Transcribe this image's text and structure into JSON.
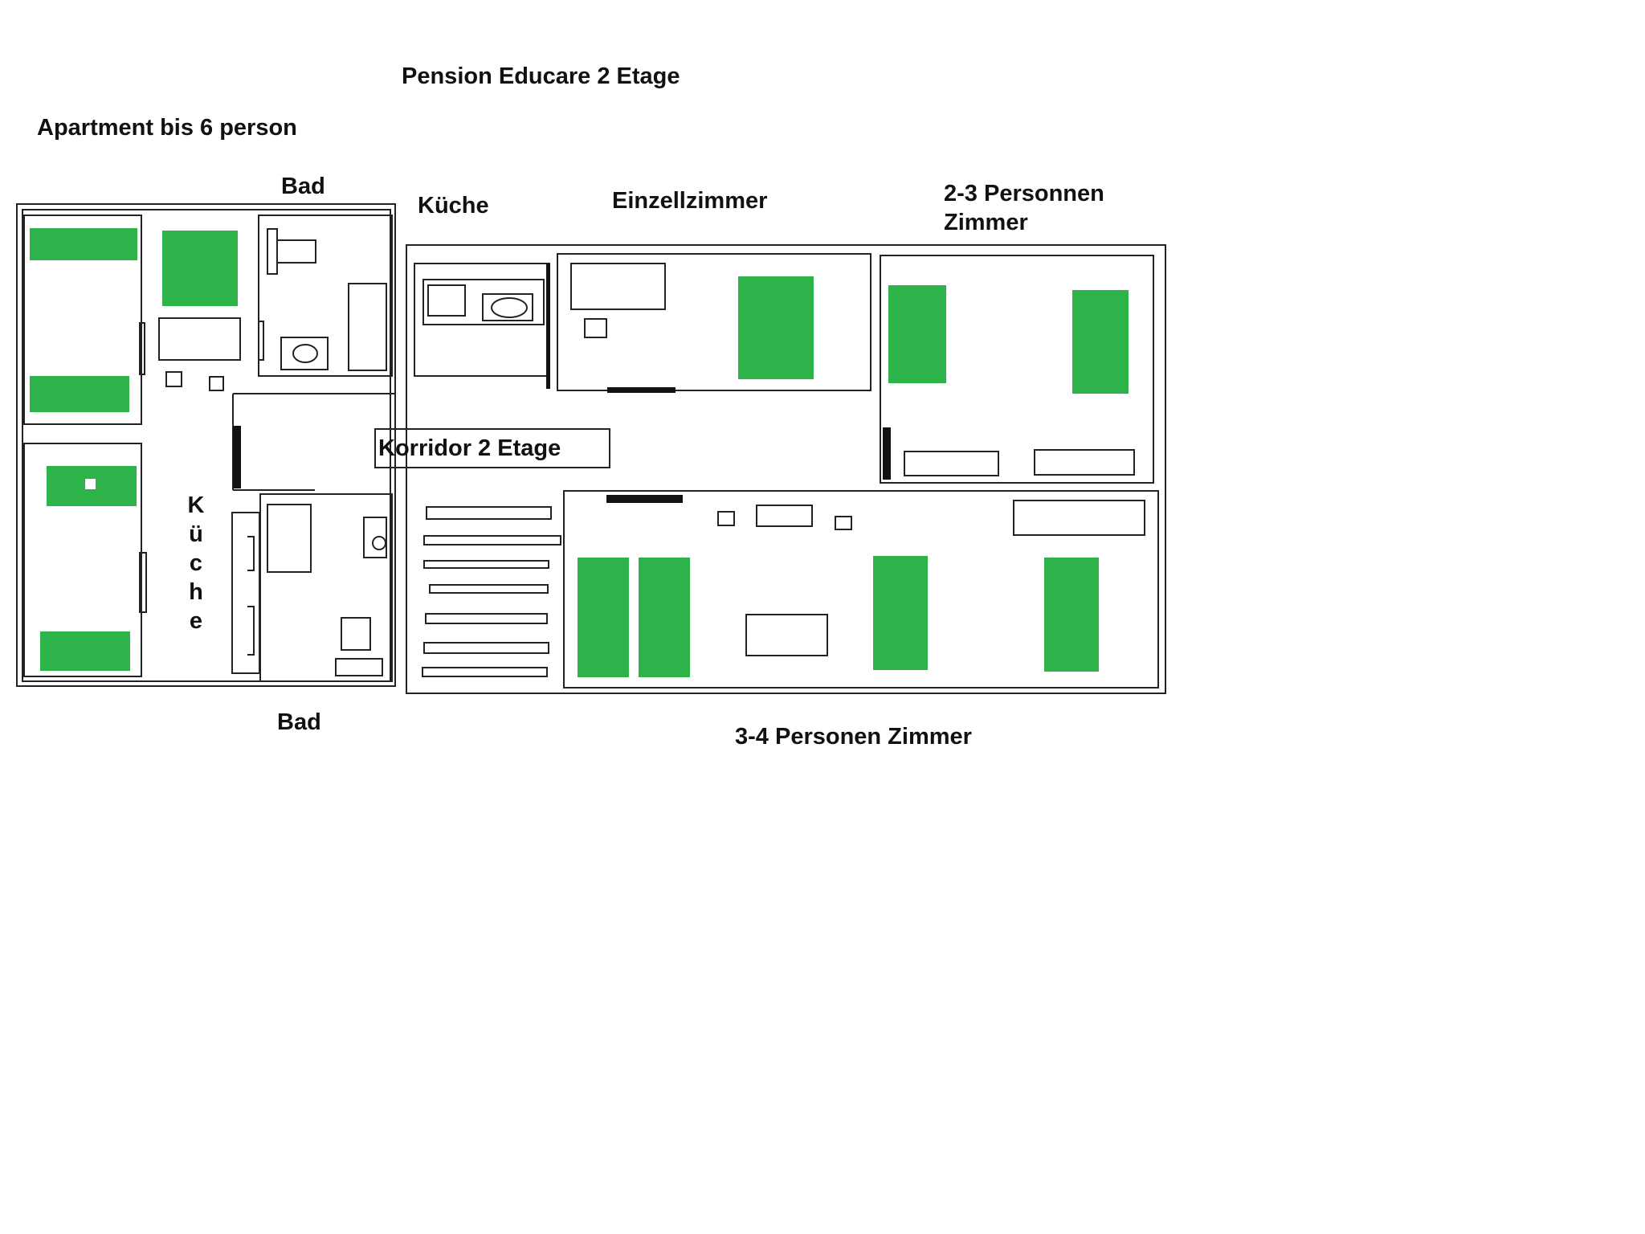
{
  "title": "Pension Educare 2 Etage",
  "labels": {
    "apartment": "Apartment bis 6 person",
    "bad_top": "Bad",
    "kueche_top": "Küche",
    "einzelzimmer": "Einzellzimmer",
    "zimmer_2_3": "2-3 Personnen Zimmer",
    "korridor": "Korridor 2 Etage",
    "kueche_vertical": [
      "K",
      "ü",
      "c",
      "h",
      "e"
    ],
    "bad_bottom": "Bad",
    "zimmer_3_4": "3-4 Personen Zimmer"
  },
  "colors": {
    "wall": "#222222",
    "bed": "#2db34a",
    "door": "#111111",
    "background": "#ffffff"
  }
}
